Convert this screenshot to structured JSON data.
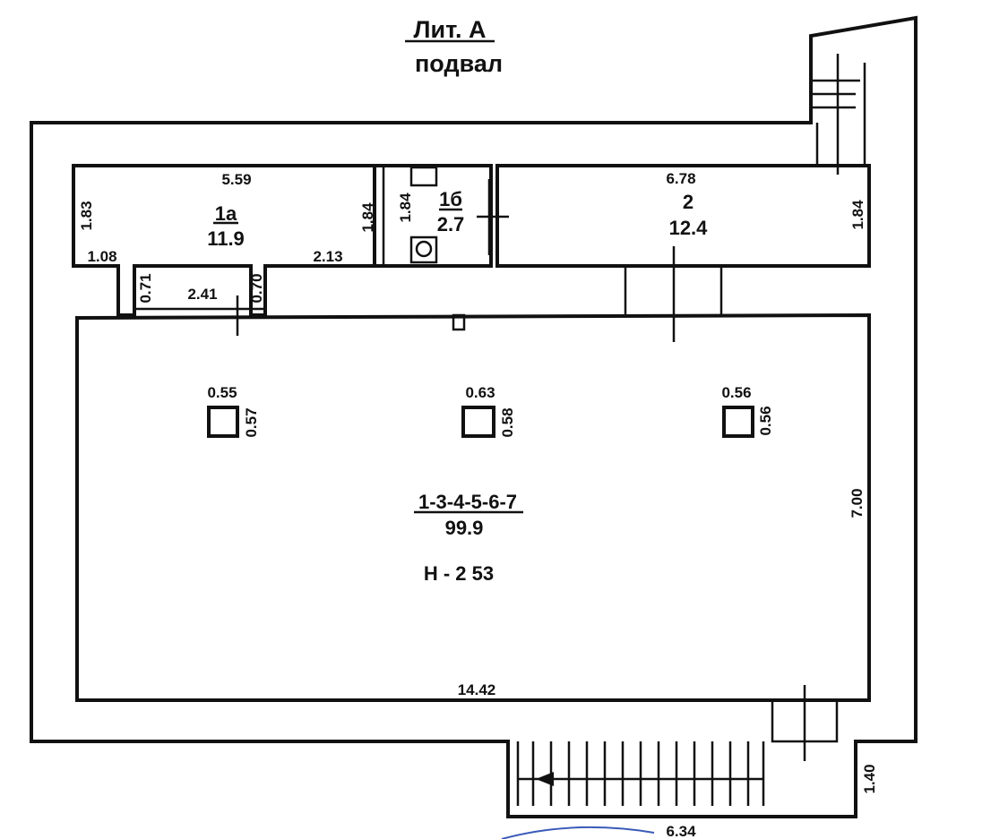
{
  "title": {
    "line1": "Лит. А",
    "line2": "подвал"
  },
  "rooms": {
    "r1a": {
      "number": "1а",
      "area": "11.9"
    },
    "r1b": {
      "number": "1б",
      "area": "2.7"
    },
    "r2": {
      "number": "2",
      "area": "12.4"
    },
    "main": {
      "number": "1-3-4-5-6-7",
      "area": "99.9",
      "height": "Н - 2 53"
    }
  },
  "dimensions": {
    "r1a_width": "5.59",
    "r1a_height_left": "1.83",
    "r1a_height_right": "1.84",
    "r1b_height": "1.84",
    "r1a_step_left": "1.08",
    "r1a_bottom_right": "2.13",
    "corridor_left": "0.71",
    "corridor_width": "2.41",
    "corridor_right": "0.70",
    "r2_width": "6.78",
    "r2_height": "1.84",
    "main_width": "14.42",
    "main_height": "7.00",
    "col1_w": "0.55",
    "col1_h": "0.57",
    "col2_w": "0.63",
    "col2_h": "0.58",
    "col3_w": "0.56",
    "col3_h": "0.56",
    "stair_width": "6.34",
    "stair_depth": "1.40"
  }
}
